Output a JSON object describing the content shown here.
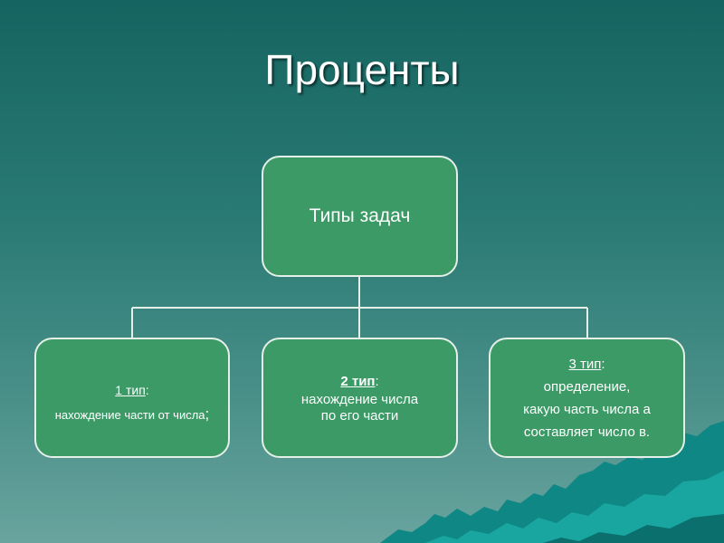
{
  "title": "Проценты",
  "diagram": {
    "root": "Типы задач",
    "children": [
      {
        "head_label": "1 тип",
        "head_colon": ":",
        "lines": [
          "нахождение части от числа"
        ],
        "trail": ";"
      },
      {
        "head_label": "2 тип",
        "head_colon": ":",
        "lines": [
          "нахождение числа",
          "по его части"
        ]
      },
      {
        "head_label": "3 тип",
        "head_colon": ":",
        "lines": [
          "определение,",
          "какую часть числа а",
          "составляет число в."
        ]
      }
    ]
  },
  "colors": {
    "background_top": "#156461",
    "background_bottom": "#6aa49f",
    "box_fill": "#3b9a66",
    "box_border": "#e4efe8",
    "mountain": "#138f8c"
  }
}
